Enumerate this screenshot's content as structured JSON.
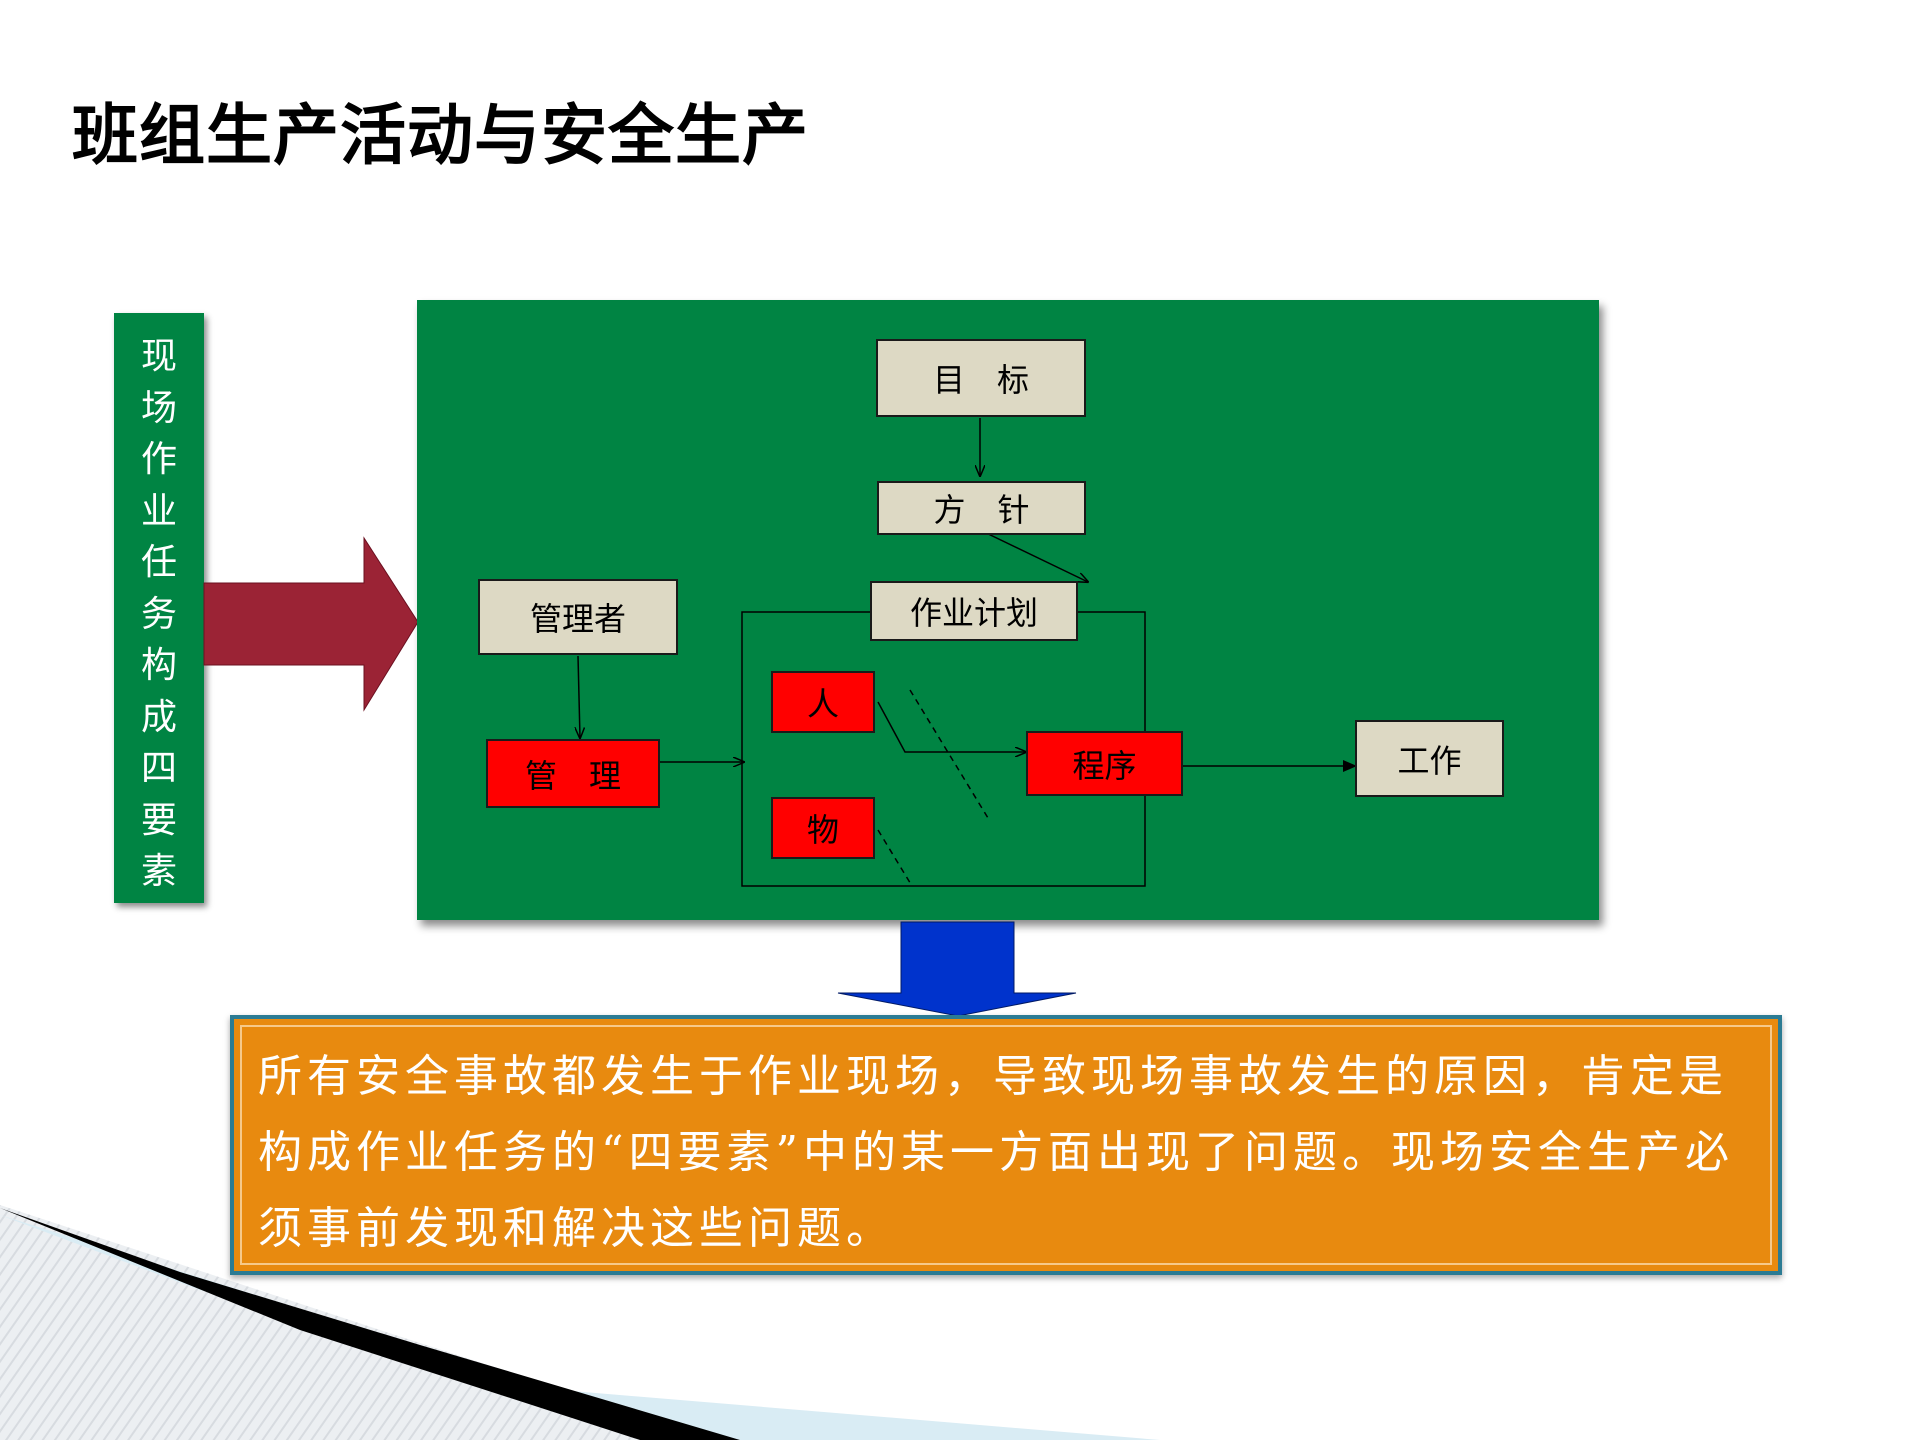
{
  "title": "班组生产活动与安全生产",
  "side_label": [
    "现",
    "场",
    "作",
    "业",
    "任",
    "务",
    "构",
    "成",
    "四",
    "要",
    "素"
  ],
  "diagram": {
    "target": "目　标",
    "policy": "方　针",
    "manager": "管理者",
    "plan": "作业计划",
    "management": "管　理",
    "person": "人",
    "material": "物",
    "procedure": "程序",
    "work": "工作"
  },
  "callout": "所有安全事故都发生于作业现场，导致现场事故发生的原因，肯定是构成作业任务的“四要素”中的某一方面出现了问题。现场安全生产必须事前发现和解决这些问题。",
  "colors": {
    "panel_green": "#008443",
    "box_beige": "#ddd9c4",
    "box_red": "#ff0000",
    "arrow_maroon": "#9b2335",
    "arrow_blue": "#0033cc",
    "callout_orange": "#e88a0f"
  }
}
